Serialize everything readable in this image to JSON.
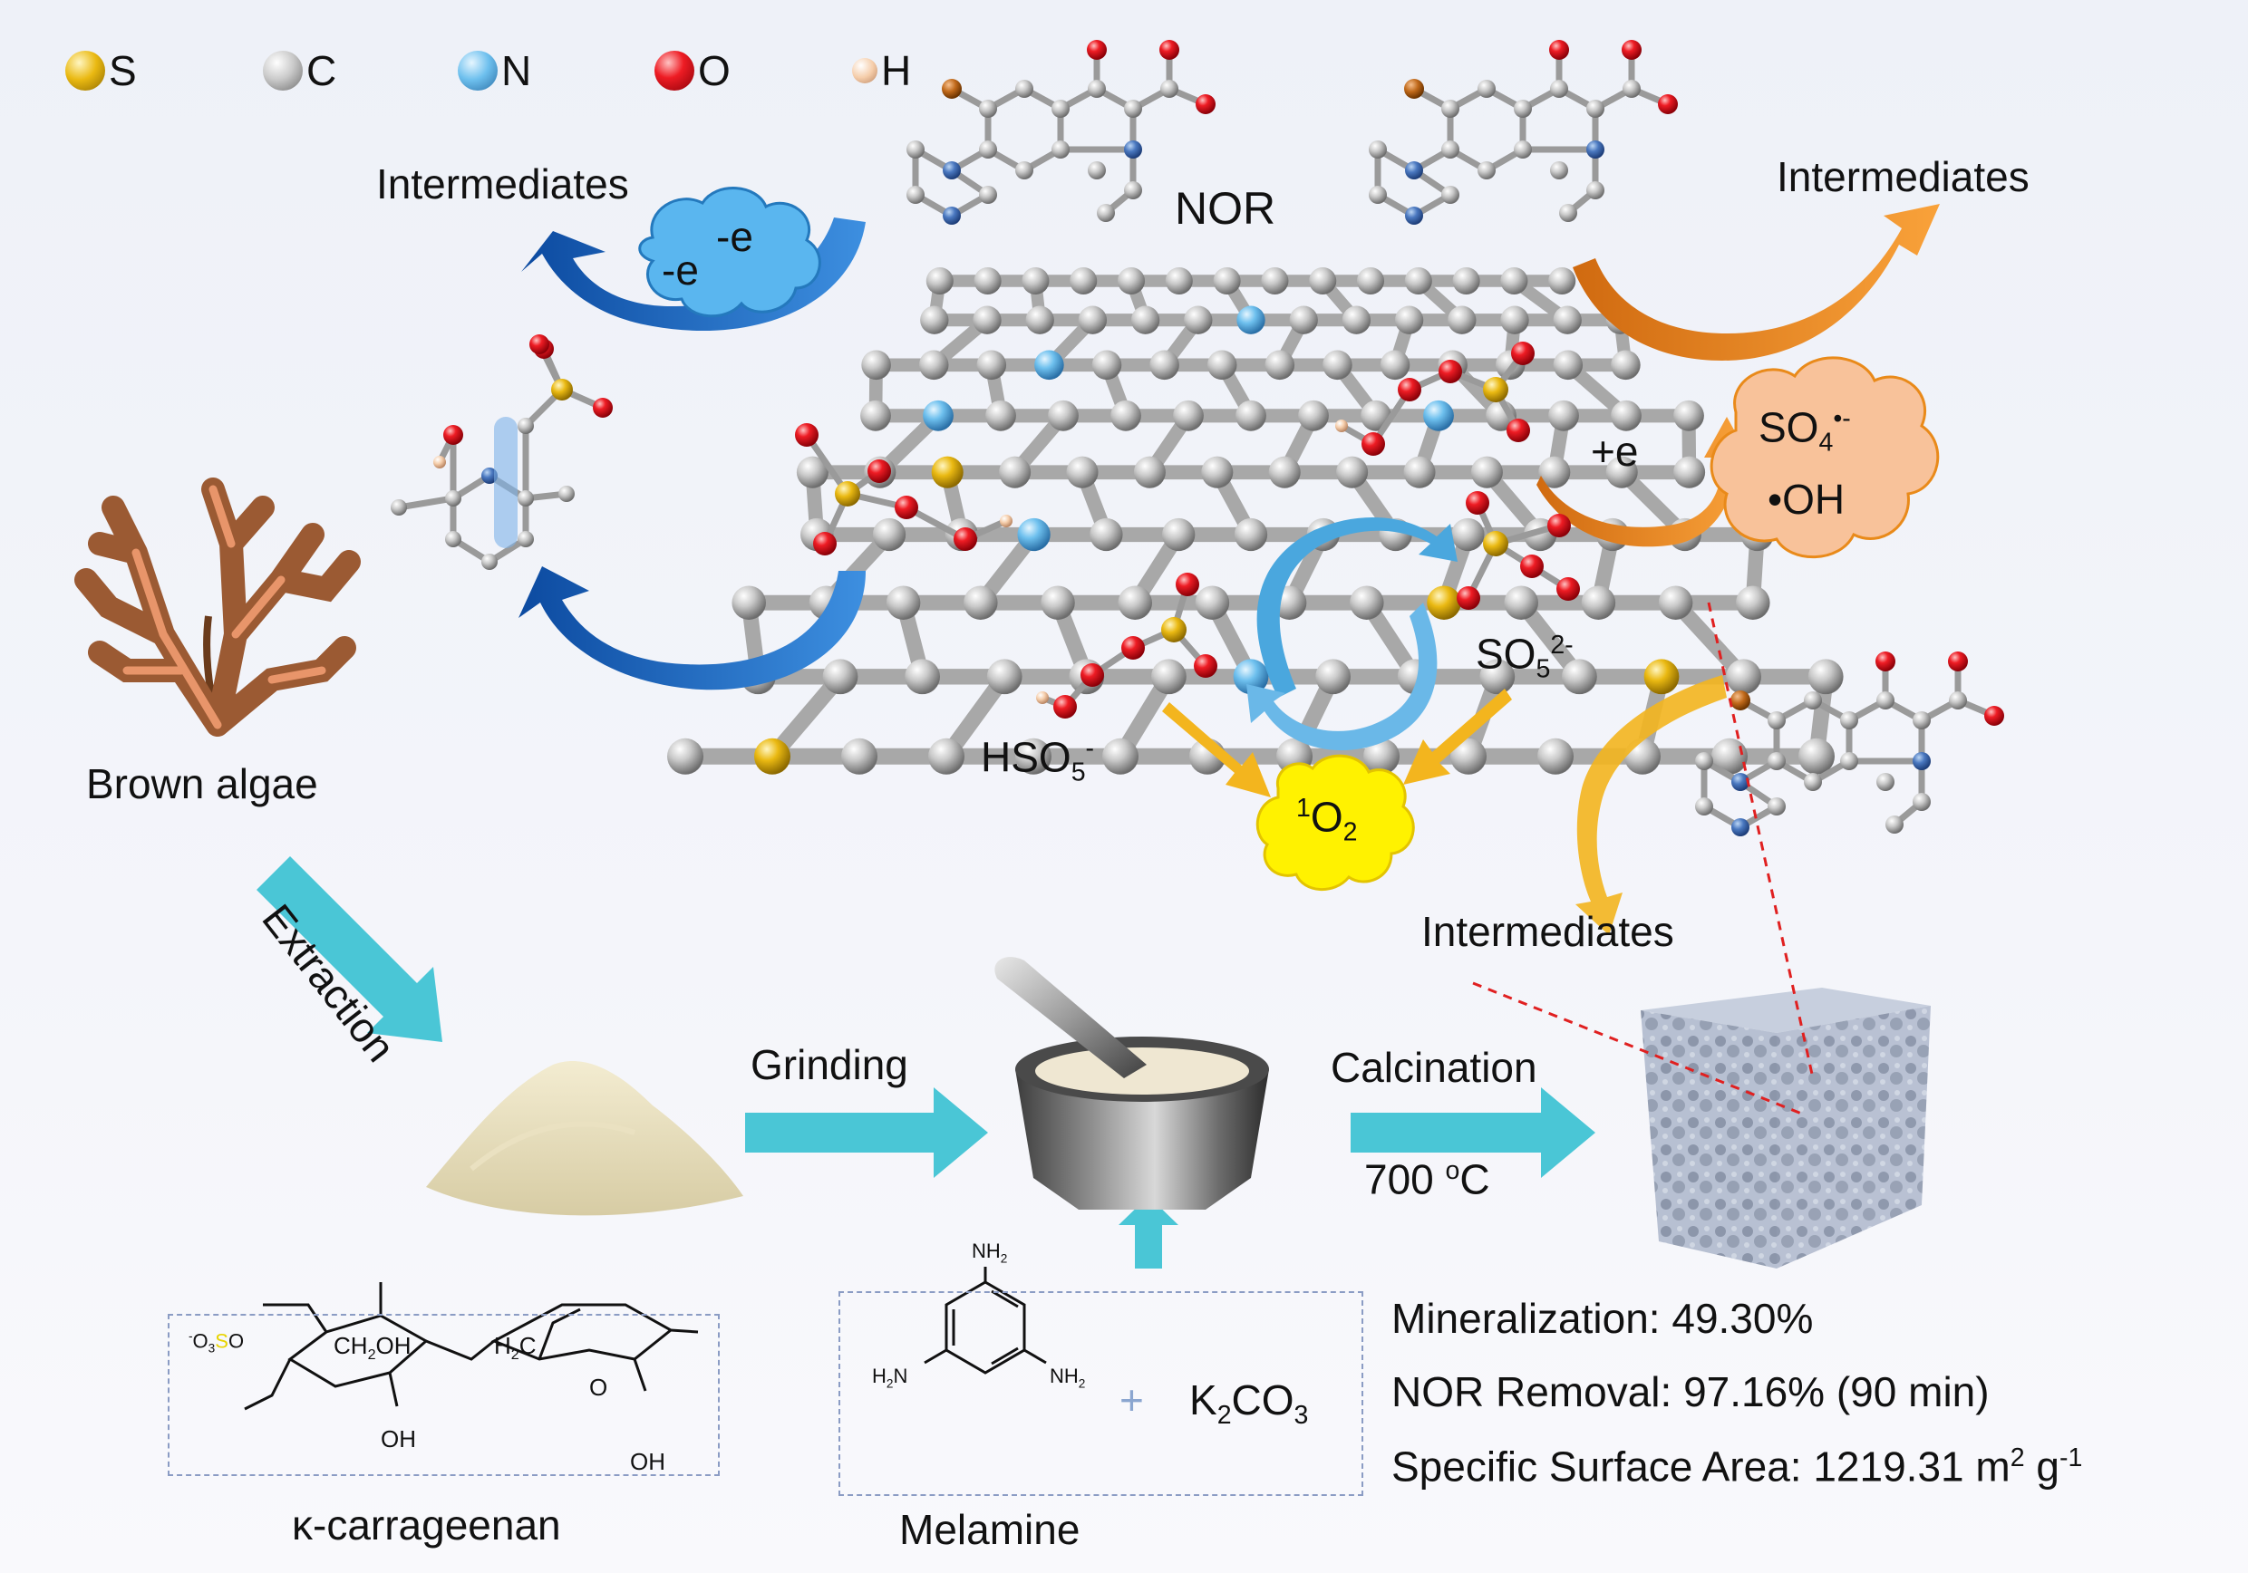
{
  "legend": [
    {
      "symbol": "S",
      "color": "#e8b90e"
    },
    {
      "symbol": "C",
      "color": "#b9b9b9"
    },
    {
      "symbol": "N",
      "color": "#5fb8ea"
    },
    {
      "symbol": "O",
      "color": "#e0141e"
    },
    {
      "symbol": "H",
      "color": "#f1c6a4"
    }
  ],
  "labels": {
    "intermediates_left": "Intermediates",
    "intermediates_right": "Intermediates",
    "intermediates_bottom": "Intermediates",
    "nor": "NOR",
    "electron_1": "-e",
    "electron_2": "-e",
    "plus_e": "+e",
    "so4_base": "SO",
    "so4_sub": "4",
    "so4_sup": "•-",
    "oh": "•OH",
    "so5_base": "SO",
    "so5_sub": "5",
    "so5_sup": "2-",
    "hso5_base": "HSO",
    "hso5_sub": "5",
    "hso5_sup": "-",
    "singlet_sup": "1",
    "singlet_base": "O",
    "singlet_sub": "2",
    "brown_algae": "Brown algae",
    "extraction": "Extraction",
    "grinding": "Grinding",
    "calcination": "Calcination",
    "temperature": "700 ",
    "temperature_sup": "o",
    "temperature_unit": "C",
    "carrageenan": "κ-carrageenan",
    "melamine": "Melamine",
    "k2co3_k": "K",
    "k2co3_sub": "2",
    "k2co3_co": "CO",
    "k2co3_sub2": "3",
    "plus": "+"
  },
  "melamine_structure": {
    "nh2_top": "NH",
    "nh2_left": "H",
    "nh2_right": "NH",
    "n": "N",
    "sub2": "2"
  },
  "carrageenan_structure": {
    "so3": "O",
    "s": "S",
    "o": "O",
    "ch2oh": "CH",
    "ch2oh_sub": "2",
    "oh": "OH",
    "h2c": "H",
    "h2c_sub": "2",
    "c": "C",
    "ring_o": "O"
  },
  "results": {
    "mineralization": "Mineralization: 49.30%",
    "removal": "NOR Removal: 97.16% (90 min)",
    "surface_area_text": "Specific Surface Area: 1219.31 m",
    "surface_area_sup1": "2",
    "surface_area_g": " g",
    "surface_area_sup2": "-1"
  },
  "colors": {
    "carbon": "#b9b9b9",
    "nitrogen": "#5fb8ea",
    "oxygen": "#e0141e",
    "sulfur": "#e8b90e",
    "hydrogen": "#f1c6a4",
    "blue_arrow": "#1b5fb0",
    "orange_arrow": "#e98a1a",
    "yellow_arrow": "#f2b820",
    "cyan_arrow": "#4ac6d6",
    "singlet_cloud": "#fff200",
    "so4_cloud": "#f8c29a",
    "electron_cloud": "#5ab6ef"
  }
}
